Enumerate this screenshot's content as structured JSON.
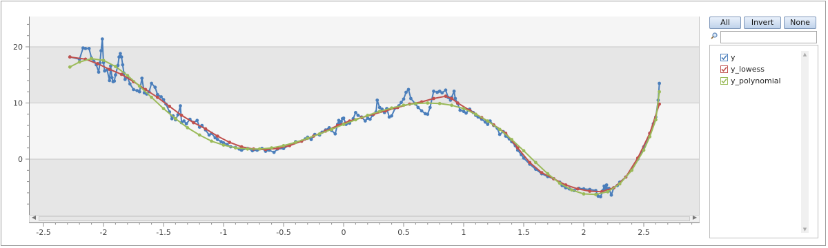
{
  "chart_data": {
    "type": "line",
    "xlim": [
      -2.5,
      3
    ],
    "ylim": [
      -10,
      25
    ],
    "xticks": [
      "-2.5",
      "-2",
      "-1.5",
      "-1",
      "-0.5",
      "0",
      "0.5",
      "1",
      "1.5",
      "2",
      "2.5"
    ],
    "xtick_values": [
      -2.5,
      -2,
      -1.5,
      -1,
      -0.5,
      0,
      0.5,
      1,
      1.5,
      2,
      2.5
    ],
    "yticks": [
      "20",
      "10",
      "0"
    ],
    "ytick_values": [
      20,
      10,
      0
    ],
    "grid": "horizontal alternating bands",
    "legend_placement": "right panel",
    "series": [
      {
        "name": "y",
        "color": "#4a7ebb",
        "points": [
          [
            -2.28,
            18.2
          ],
          [
            -2.2,
            17.8
          ],
          [
            -2.17,
            19.8
          ],
          [
            -2.15,
            19.7
          ],
          [
            -2.12,
            19.7
          ],
          [
            -2.1,
            18.0
          ],
          [
            -2.08,
            17.4
          ],
          [
            -2.06,
            16.8
          ],
          [
            -2.04,
            15.5
          ],
          [
            -2.03,
            17.1
          ],
          [
            -2.02,
            19.3
          ],
          [
            -2.01,
            21.4
          ],
          [
            -2.0,
            17.2
          ],
          [
            -1.99,
            15.7
          ],
          [
            -1.97,
            15.9
          ],
          [
            -1.95,
            14.0
          ],
          [
            -1.94,
            16.6
          ],
          [
            -1.93,
            14.5
          ],
          [
            -1.92,
            13.8
          ],
          [
            -1.91,
            13.9
          ],
          [
            -1.9,
            15.0
          ],
          [
            -1.88,
            16.7
          ],
          [
            -1.87,
            18.2
          ],
          [
            -1.86,
            18.8
          ],
          [
            -1.85,
            18.2
          ],
          [
            -1.84,
            16.8
          ],
          [
            -1.83,
            15.3
          ],
          [
            -1.82,
            14.2
          ],
          [
            -1.8,
            14.6
          ],
          [
            -1.78,
            13.4
          ],
          [
            -1.75,
            12.4
          ],
          [
            -1.72,
            12.2
          ],
          [
            -1.7,
            12.0
          ],
          [
            -1.68,
            14.4
          ],
          [
            -1.66,
            11.8
          ],
          [
            -1.64,
            11.6
          ],
          [
            -1.62,
            12.0
          ],
          [
            -1.6,
            13.5
          ],
          [
            -1.57,
            12.8
          ],
          [
            -1.55,
            11.5
          ],
          [
            -1.52,
            11.1
          ],
          [
            -1.5,
            10.6
          ],
          [
            -1.48,
            9.8
          ],
          [
            -1.45,
            8.4
          ],
          [
            -1.43,
            7.2
          ],
          [
            -1.42,
            7.7
          ],
          [
            -1.4,
            7.0
          ],
          [
            -1.38,
            7.9
          ],
          [
            -1.36,
            9.5
          ],
          [
            -1.35,
            6.5
          ],
          [
            -1.33,
            6.8
          ],
          [
            -1.31,
            6.3
          ],
          [
            -1.28,
            7.1
          ],
          [
            -1.25,
            6.5
          ],
          [
            -1.22,
            6.9
          ],
          [
            -1.2,
            5.7
          ],
          [
            -1.18,
            6.0
          ],
          [
            -1.15,
            5.2
          ],
          [
            -1.12,
            4.3
          ],
          [
            -1.1,
            4.6
          ],
          [
            -1.07,
            3.8
          ],
          [
            -1.05,
            3.5
          ],
          [
            -1.02,
            3.1
          ],
          [
            -1.0,
            2.9
          ],
          [
            -0.97,
            2.6
          ],
          [
            -0.94,
            2.2
          ],
          [
            -0.9,
            2.1
          ],
          [
            -0.87,
            1.8
          ],
          [
            -0.85,
            1.6
          ],
          [
            -0.8,
            1.9
          ],
          [
            -0.76,
            1.5
          ],
          [
            -0.72,
            1.6
          ],
          [
            -0.68,
            1.9
          ],
          [
            -0.65,
            1.4
          ],
          [
            -0.62,
            1.6
          ],
          [
            -0.58,
            1.2
          ],
          [
            -0.55,
            1.8
          ],
          [
            -0.5,
            1.9
          ],
          [
            -0.45,
            2.5
          ],
          [
            -0.4,
            3.1
          ],
          [
            -0.35,
            3.2
          ],
          [
            -0.32,
            3.6
          ],
          [
            -0.3,
            3.9
          ],
          [
            -0.27,
            3.5
          ],
          [
            -0.24,
            4.4
          ],
          [
            -0.2,
            4.3
          ],
          [
            -0.18,
            4.8
          ],
          [
            -0.15,
            5.2
          ],
          [
            -0.12,
            5.6
          ],
          [
            -0.1,
            5.1
          ],
          [
            -0.07,
            4.5
          ],
          [
            -0.05,
            6.2
          ],
          [
            -0.04,
            6.9
          ],
          [
            -0.03,
            6.2
          ],
          [
            -0.02,
            6.7
          ],
          [
            -0.01,
            7.2
          ],
          [
            0.0,
            7.3
          ],
          [
            0.02,
            6.2
          ],
          [
            0.05,
            6.4
          ],
          [
            0.08,
            7.2
          ],
          [
            0.1,
            8.3
          ],
          [
            0.12,
            7.8
          ],
          [
            0.15,
            7.5
          ],
          [
            0.18,
            6.8
          ],
          [
            0.2,
            7.3
          ],
          [
            0.22,
            7.1
          ],
          [
            0.24,
            7.8
          ],
          [
            0.27,
            8.4
          ],
          [
            0.28,
            10.5
          ],
          [
            0.3,
            9.2
          ],
          [
            0.32,
            8.9
          ],
          [
            0.34,
            8.3
          ],
          [
            0.36,
            9.0
          ],
          [
            0.38,
            7.5
          ],
          [
            0.4,
            7.7
          ],
          [
            0.43,
            9.1
          ],
          [
            0.46,
            9.5
          ],
          [
            0.48,
            10.1
          ],
          [
            0.5,
            10.7
          ],
          [
            0.52,
            11.9
          ],
          [
            0.54,
            12.4
          ],
          [
            0.56,
            10.8
          ],
          [
            0.6,
            9.8
          ],
          [
            0.62,
            9.2
          ],
          [
            0.65,
            8.6
          ],
          [
            0.68,
            8.1
          ],
          [
            0.7,
            8.0
          ],
          [
            0.72,
            9.2
          ],
          [
            0.75,
            12.1
          ],
          [
            0.78,
            11.9
          ],
          [
            0.8,
            12.1
          ],
          [
            0.82,
            11.8
          ],
          [
            0.85,
            12.3
          ],
          [
            0.87,
            11.0
          ],
          [
            0.89,
            10.5
          ],
          [
            0.9,
            11.0
          ],
          [
            0.92,
            12.1
          ],
          [
            0.93,
            10.8
          ],
          [
            0.95,
            9.9
          ],
          [
            0.97,
            8.7
          ],
          [
            1.0,
            8.5
          ],
          [
            1.02,
            8.2
          ],
          [
            1.05,
            8.9
          ],
          [
            1.08,
            8.3
          ],
          [
            1.1,
            7.8
          ],
          [
            1.12,
            7.5
          ],
          [
            1.15,
            7.1
          ],
          [
            1.18,
            6.6
          ],
          [
            1.2,
            6.2
          ],
          [
            1.22,
            6.8
          ],
          [
            1.25,
            6.0
          ],
          [
            1.28,
            5.5
          ],
          [
            1.3,
            4.4
          ],
          [
            1.33,
            4.9
          ],
          [
            1.35,
            4.1
          ],
          [
            1.38,
            3.6
          ],
          [
            1.4,
            3.1
          ],
          [
            1.43,
            2.4
          ],
          [
            1.45,
            1.6
          ],
          [
            1.48,
            0.8
          ],
          [
            1.5,
            0.2
          ],
          [
            1.55,
            -0.9
          ],
          [
            1.6,
            -1.8
          ],
          [
            1.65,
            -2.6
          ],
          [
            1.7,
            -3.1
          ],
          [
            1.75,
            -3.5
          ],
          [
            1.8,
            -4.1
          ],
          [
            1.82,
            -4.7
          ],
          [
            1.85,
            -5.1
          ],
          [
            1.88,
            -5.3
          ],
          [
            1.92,
            -5.6
          ],
          [
            1.96,
            -5.2
          ],
          [
            2.0,
            -5.3
          ],
          [
            2.05,
            -5.4
          ],
          [
            2.1,
            -5.6
          ],
          [
            2.12,
            -6.6
          ],
          [
            2.14,
            -6.7
          ],
          [
            2.16,
            -5.6
          ],
          [
            2.17,
            -4.8
          ],
          [
            2.18,
            -5.3
          ],
          [
            2.19,
            -4.6
          ],
          [
            2.2,
            -5.8
          ],
          [
            2.21,
            -5.2
          ],
          [
            2.23,
            -6.4
          ],
          [
            2.25,
            -5.1
          ],
          [
            2.28,
            -4.7
          ],
          [
            2.3,
            -4.1
          ],
          [
            2.35,
            -3.2
          ],
          [
            2.4,
            -1.9
          ],
          [
            2.45,
            0.0
          ],
          [
            2.5,
            2.2
          ],
          [
            2.55,
            4.6
          ],
          [
            2.58,
            6.3
          ],
          [
            2.6,
            7.5
          ],
          [
            2.62,
            10.5
          ],
          [
            2.63,
            13.5
          ]
        ]
      },
      {
        "name": "y_lowess",
        "color": "#c0504d",
        "points": [
          [
            -2.28,
            18.2
          ],
          [
            -2.15,
            17.8
          ],
          [
            -2.05,
            17.0
          ],
          [
            -1.95,
            16.0
          ],
          [
            -1.85,
            15.1
          ],
          [
            -1.75,
            13.8
          ],
          [
            -1.65,
            12.4
          ],
          [
            -1.55,
            11.0
          ],
          [
            -1.45,
            9.4
          ],
          [
            -1.35,
            7.8
          ],
          [
            -1.25,
            6.5
          ],
          [
            -1.15,
            5.4
          ],
          [
            -1.05,
            4.1
          ],
          [
            -0.95,
            3.0
          ],
          [
            -0.85,
            2.2
          ],
          [
            -0.75,
            1.8
          ],
          [
            -0.65,
            1.7
          ],
          [
            -0.55,
            1.9
          ],
          [
            -0.45,
            2.4
          ],
          [
            -0.35,
            3.2
          ],
          [
            -0.25,
            4.1
          ],
          [
            -0.15,
            5.0
          ],
          [
            -0.05,
            6.0
          ],
          [
            0.05,
            6.8
          ],
          [
            0.15,
            7.4
          ],
          [
            0.25,
            8.0
          ],
          [
            0.35,
            8.6
          ],
          [
            0.45,
            9.2
          ],
          [
            0.55,
            9.8
          ],
          [
            0.65,
            10.2
          ],
          [
            0.75,
            10.8
          ],
          [
            0.85,
            11.2
          ],
          [
            0.9,
            10.8
          ],
          [
            0.95,
            10.0
          ],
          [
            1.05,
            8.7
          ],
          [
            1.15,
            7.4
          ],
          [
            1.25,
            6.1
          ],
          [
            1.35,
            4.6
          ],
          [
            1.45,
            2.0
          ],
          [
            1.55,
            -0.6
          ],
          [
            1.65,
            -2.4
          ],
          [
            1.75,
            -3.5
          ],
          [
            1.85,
            -4.6
          ],
          [
            1.95,
            -5.3
          ],
          [
            2.05,
            -5.7
          ],
          [
            2.15,
            -5.8
          ],
          [
            2.25,
            -5.1
          ],
          [
            2.35,
            -3.2
          ],
          [
            2.45,
            0.2
          ],
          [
            2.55,
            4.6
          ],
          [
            2.63,
            9.8
          ]
        ]
      },
      {
        "name": "y_polynomial",
        "color": "#9bbb59",
        "points": [
          [
            -2.28,
            16.4
          ],
          [
            -2.2,
            17.3
          ],
          [
            -2.1,
            17.9
          ],
          [
            -2.0,
            17.6
          ],
          [
            -1.9,
            16.5
          ],
          [
            -1.8,
            14.9
          ],
          [
            -1.7,
            13.0
          ],
          [
            -1.6,
            11.0
          ],
          [
            -1.5,
            9.0
          ],
          [
            -1.4,
            7.2
          ],
          [
            -1.3,
            5.6
          ],
          [
            -1.2,
            4.3
          ],
          [
            -1.1,
            3.2
          ],
          [
            -1.0,
            2.5
          ],
          [
            -0.9,
            2.0
          ],
          [
            -0.8,
            1.8
          ],
          [
            -0.7,
            1.8
          ],
          [
            -0.6,
            2.0
          ],
          [
            -0.5,
            2.4
          ],
          [
            -0.4,
            3.0
          ],
          [
            -0.3,
            3.7
          ],
          [
            -0.2,
            4.5
          ],
          [
            -0.1,
            5.3
          ],
          [
            0.0,
            6.2
          ],
          [
            0.1,
            7.0
          ],
          [
            0.2,
            7.8
          ],
          [
            0.3,
            8.5
          ],
          [
            0.4,
            9.1
          ],
          [
            0.5,
            9.6
          ],
          [
            0.6,
            9.9
          ],
          [
            0.7,
            10.0
          ],
          [
            0.8,
            9.9
          ],
          [
            0.9,
            9.6
          ],
          [
            1.0,
            9.0
          ],
          [
            1.1,
            8.0
          ],
          [
            1.2,
            6.8
          ],
          [
            1.3,
            5.3
          ],
          [
            1.4,
            3.5
          ],
          [
            1.5,
            1.5
          ],
          [
            1.6,
            -0.6
          ],
          [
            1.7,
            -2.6
          ],
          [
            1.8,
            -4.3
          ],
          [
            1.9,
            -5.5
          ],
          [
            2.0,
            -6.2
          ],
          [
            2.1,
            -6.3
          ],
          [
            2.2,
            -5.8
          ],
          [
            2.3,
            -4.4
          ],
          [
            2.4,
            -2.0
          ],
          [
            2.5,
            1.6
          ],
          [
            2.55,
            4.0
          ],
          [
            2.6,
            7.0
          ],
          [
            2.63,
            12.0
          ]
        ]
      }
    ]
  },
  "controls": {
    "all_label": "All",
    "invert_label": "Invert",
    "none_label": "None",
    "search_value": ""
  },
  "legend": {
    "items": [
      {
        "label": "y",
        "color": "#4a7ebb",
        "checked": true
      },
      {
        "label": "y_lowess",
        "color": "#c0504d",
        "checked": true
      },
      {
        "label": "y_polynomial",
        "color": "#9bbb59",
        "checked": true
      }
    ]
  },
  "scrollbar_arrows": {
    "left": "◀",
    "right": "▶",
    "up": "▲",
    "down": "▼"
  }
}
